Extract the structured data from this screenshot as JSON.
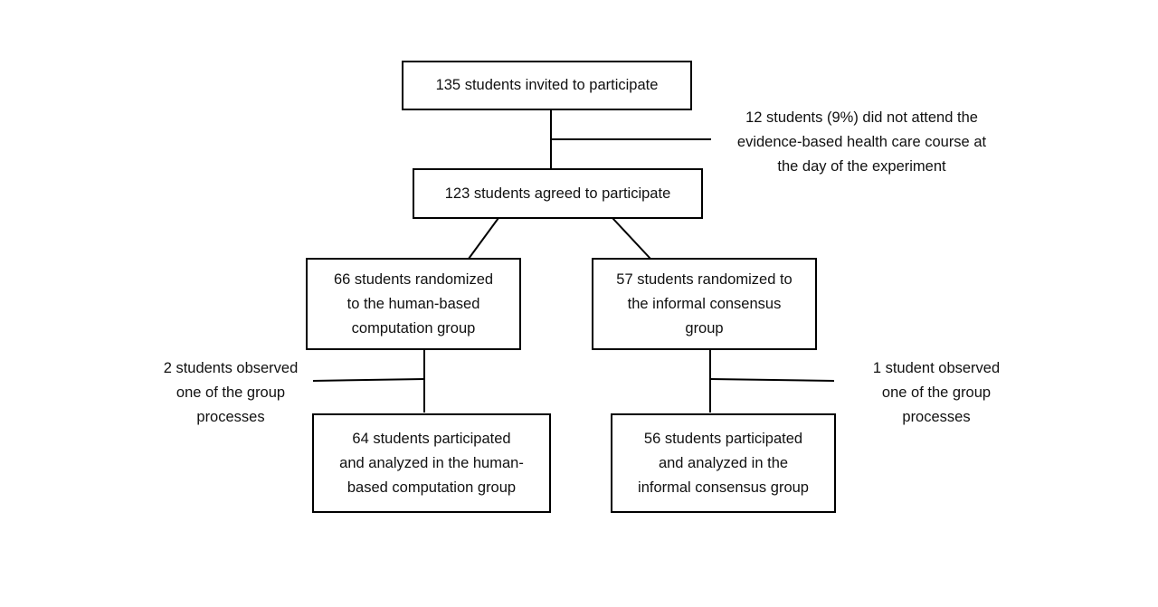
{
  "flowchart": {
    "invited": "135 students invited to participate",
    "excluded_note": "12 students (9%) did not attend the\nevidence-based health care course at\nthe day of the experiment",
    "agreed": "123 students agreed to participate",
    "hbc_randomized": "66 students randomized\nto the human-based\ncomputation group",
    "ic_randomized": "57 students randomized to\nthe informal consensus\ngroup",
    "hbc_observer_note": "2 students observed\none of the group\nprocesses",
    "ic_observer_note": "1 student observed\none of the group\nprocesses",
    "hbc_analyzed": "64 students participated\nand analyzed in the human-\nbased computation group",
    "ic_analyzed": "56 students participated\nand analyzed in the\ninformal consensus group"
  }
}
